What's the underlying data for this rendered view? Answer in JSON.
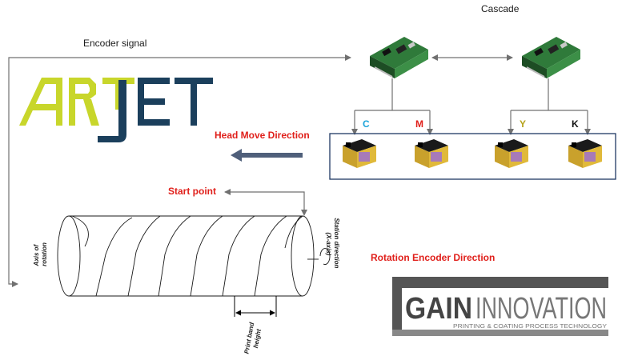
{
  "labels": {
    "cascade": "Cascade",
    "encoder_signal": "Encoder signal",
    "head_move_direction": "Head Move Direction",
    "start_point": "Start point",
    "rotation_encoder_direction": "Rotation Encoder Direction",
    "axis_of_rotation": [
      "Axis of",
      "rotation"
    ],
    "station_direction": [
      "Station direction",
      "(X-axis)"
    ],
    "print_band_height": [
      "Print band",
      "height"
    ]
  },
  "ink_channels": [
    {
      "name": "C",
      "color": "#1aa3d9"
    },
    {
      "name": "M",
      "color": "#e0201b"
    },
    {
      "name": "Y",
      "color": "#b5a21a"
    },
    {
      "name": "K",
      "color": "#111111"
    }
  ],
  "logos": {
    "artjet": "ARTJET",
    "gain_main": "GAIN INNOVATION",
    "gain_sub": "PRINTING & COATING PROCESS TECHNOLOGY"
  },
  "colors": {
    "artjet_green": "#c8d62b",
    "artjet_navy": "#1b3f5c",
    "red_label": "#e0201b",
    "arrow_gray": "#707070",
    "frame_navy": "#1f3864",
    "board_green": "#2f7a3a"
  }
}
